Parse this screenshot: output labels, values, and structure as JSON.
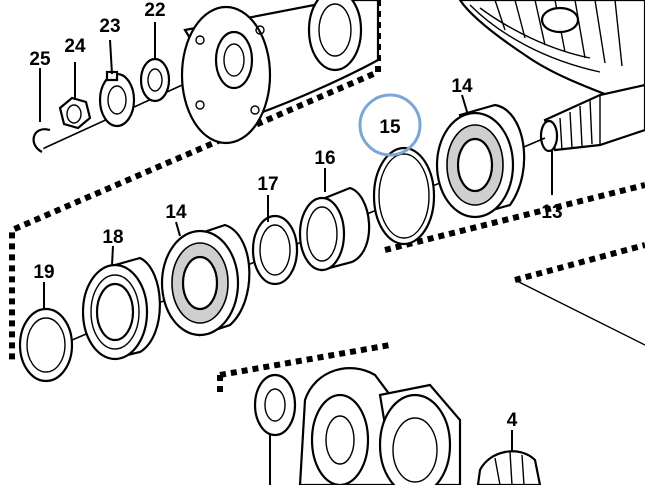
{
  "diagram": {
    "callouts": [
      {
        "id": "c25",
        "text": "25"
      },
      {
        "id": "c24",
        "text": "24"
      },
      {
        "id": "c23",
        "text": "23"
      },
      {
        "id": "c22",
        "text": "22"
      },
      {
        "id": "c15",
        "text": "15"
      },
      {
        "id": "c14a",
        "text": "14"
      },
      {
        "id": "c13",
        "text": "13"
      },
      {
        "id": "c16",
        "text": "16"
      },
      {
        "id": "c17",
        "text": "17"
      },
      {
        "id": "c14b",
        "text": "14"
      },
      {
        "id": "c18",
        "text": "18"
      },
      {
        "id": "c19",
        "text": "19"
      },
      {
        "id": "c4",
        "text": "4"
      }
    ],
    "highlight_color": "#7aa7d6",
    "ink_color": "#000000"
  }
}
